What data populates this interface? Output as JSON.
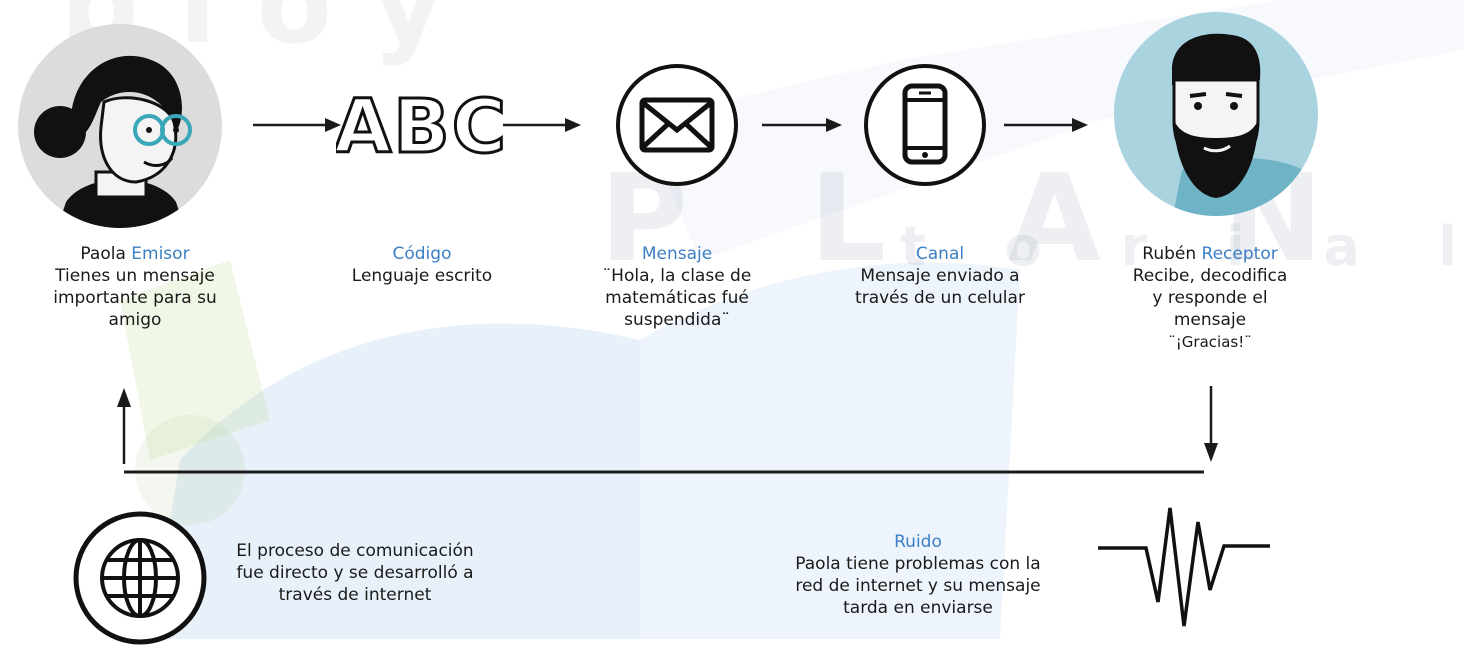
{
  "watermark": {
    "brand_letters": "PLANETA",
    "sub": "Editorial",
    "accent": "#1e78c8"
  },
  "nodes": [
    {
      "id": "emisor",
      "name": "Paola",
      "role": "Emisor",
      "lines": [
        "Tienes un mensaje",
        "importante para su",
        "amigo"
      ]
    },
    {
      "id": "codigo",
      "role": "Código",
      "lines": [
        "Lenguaje escrito"
      ],
      "icon_text": "ABC"
    },
    {
      "id": "mensaje",
      "role": "Mensaje",
      "lines": [
        "¨Hola, la clase de",
        "matemáticas fué",
        "suspendida¨"
      ]
    },
    {
      "id": "canal",
      "role": "Canal",
      "lines": [
        "Mensaje enviado a",
        "través de un celular"
      ]
    },
    {
      "id": "receptor",
      "name": "Rubén",
      "role": "Receptor",
      "lines": [
        "Recibe, decodifica",
        "y responde el",
        "mensaje",
        "¨¡Gracias!¨"
      ]
    }
  ],
  "context": {
    "lines": [
      "El proceso de comunicación",
      "fue directo y se desarrolló a",
      "través de internet"
    ]
  },
  "noise": {
    "title": "Ruido",
    "lines": [
      "Paola tiene problemas con la",
      "red de internet y su mensaje",
      "tarda en enviarse"
    ]
  },
  "colors": {
    "role": "#3b7fc4",
    "line": "#1a1a1a",
    "receptor_bg": "#a9d3df"
  },
  "icons": [
    "woman-avatar-icon",
    "abc-letters-icon",
    "envelope-icon",
    "smartphone-icon",
    "man-avatar-icon",
    "globe-icon",
    "noise-signal-icon"
  ]
}
